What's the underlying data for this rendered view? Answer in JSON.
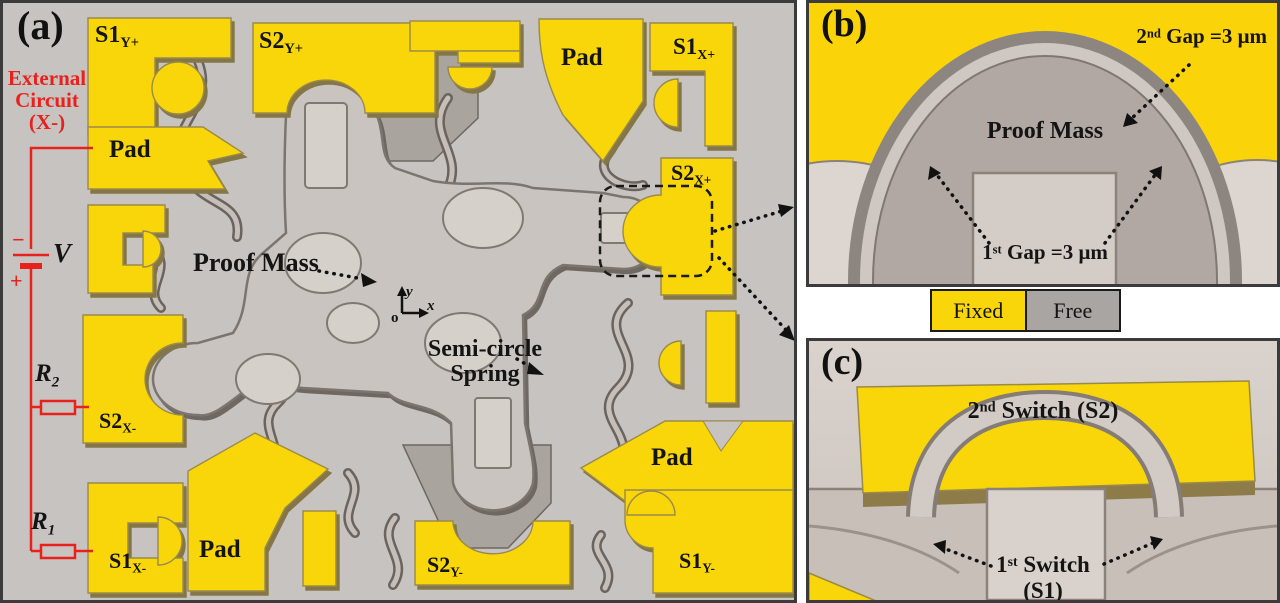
{
  "colors": {
    "fixed_yellow": "#F8D60A",
    "free_gray": "#A9A5A2",
    "circuit_red": "#E8211D",
    "panel_bg": "#C7C3C0"
  },
  "panel_a": {
    "tag": "(a)",
    "external_circuit": [
      "External",
      "Circuit",
      "(X-)"
    ],
    "polarity_minus": "−",
    "polarity_plus": "+",
    "voltage": "V",
    "resistors": [
      {
        "base": "R",
        "sub": "2"
      },
      {
        "base": "R",
        "sub": "1"
      }
    ],
    "proof_mass": "Proof Mass",
    "spring": [
      "Semi-circle",
      "Spring"
    ],
    "axes": {
      "x": "x",
      "y": "y",
      "o": "o"
    },
    "pads": [
      {
        "base": "S1",
        "sub": "Y+"
      },
      {
        "base": "S2",
        "sub": "Y+"
      },
      {
        "base": "Pad",
        "sub": ""
      },
      {
        "base": "S1",
        "sub": "X+"
      },
      {
        "base": "Pad",
        "sub": ""
      },
      {
        "base": "S2",
        "sub": "X+"
      },
      {
        "base": "Pad",
        "sub": ""
      },
      {
        "base": "S2",
        "sub": "X-"
      },
      {
        "base": "S1",
        "sub": "X-"
      },
      {
        "base": "Pad",
        "sub": ""
      },
      {
        "base": "S2",
        "sub": "Y-"
      },
      {
        "base": "S1",
        "sub": "Y-"
      }
    ]
  },
  "panel_b": {
    "tag": "(b)",
    "proof_mass": "Proof Mass",
    "gap2": {
      "num": "2",
      "sup": "nd",
      "rest": " Gap =3 μm"
    },
    "gap1": {
      "num": "1",
      "sup": "st",
      "rest": " Gap =3 μm"
    }
  },
  "legend": {
    "fixed": "Fixed",
    "free": "Free"
  },
  "panel_c": {
    "tag": "(c)",
    "switch2": {
      "num": "2",
      "sup": "nd",
      "rest": " Switch (S2)"
    },
    "switch1_line1": {
      "num": "1",
      "sup": "st",
      "rest": " Switch"
    },
    "switch1_line2": "(S1)"
  }
}
